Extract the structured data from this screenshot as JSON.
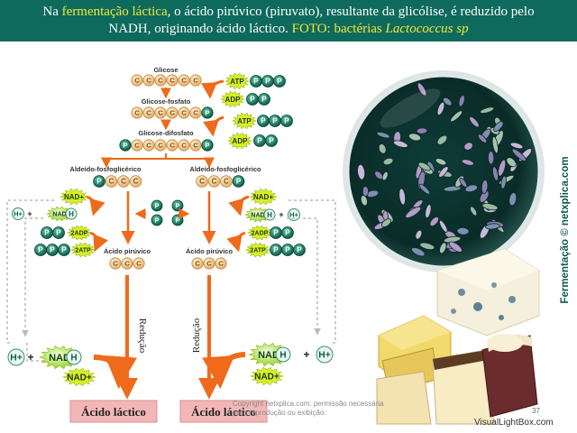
{
  "header": {
    "line1_part1": "Na ",
    "line1_highlight": "fermentação láctica",
    "line1_part2": ", o ácido pirúvico (piruvato), resultante da glicólise, é reduzido pelo",
    "line2_part1": "NADH, originando ácido láctico. ",
    "line2_photo": "FOTO: bactérias ",
    "line2_species": "Lactococcus sp"
  },
  "diagram": {
    "glicose": "Glicose",
    "glicose_fosfato": "Glicose-fosfato",
    "glicose_difosfato": "Glicose-difosfato",
    "aldeido_left": "Aldeído-fosfoglicérico",
    "aldeido_right": "Aldeído-fosfoglicérico",
    "acido_piruvico_left": "Ácido pirúvico",
    "acido_piruvico_right": "Ácido pirúvico",
    "reducao_left": "Redução",
    "reducao_right": "Redução",
    "acido_lactico_left": "Ácido láctico",
    "acido_lactico_right": "Ácido láctico",
    "carbon": "C",
    "phosphate": "P",
    "atp": "ATP",
    "adp": "ADP",
    "two_atp": "2ATP",
    "two_adp": "2ADP",
    "nad_plus": "NAD+",
    "nad": "NAD",
    "h": "H",
    "h_plus": "H+",
    "plus": "+"
  },
  "credits": {
    "side": "Fermentação © netxplica.com",
    "copyright": "Copyright netxplica.com: permissão necessária para reprodução ou exibição.",
    "page_number": "37",
    "watermark": "VisualLightBox.com"
  },
  "colors": {
    "header_bg": "#0e6a5c",
    "highlight": "#f2e640",
    "carbon_fill": "#f3c98a",
    "phosphate_fill": "#127a63",
    "arrow": "#ef6a1a",
    "burst": "#d8ef28",
    "lactic_box": "#f3b6b6"
  }
}
